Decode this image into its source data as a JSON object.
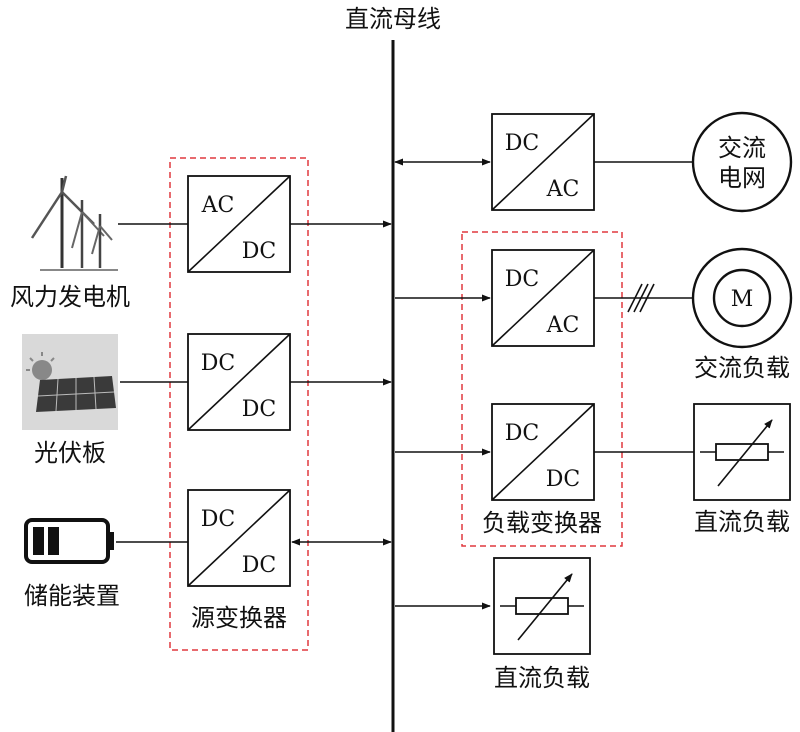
{
  "bus_label": "直流母线",
  "sources": {
    "wind": "风力发电机",
    "pv": "光伏板",
    "storage": "储能装置"
  },
  "source_converters": {
    "group_label": "源变换器",
    "c1_top": "AC",
    "c1_bottom": "DC",
    "c2_top": "DC",
    "c2_bottom": "DC",
    "c3_top": "DC",
    "c3_bottom": "DC"
  },
  "grid_converter": {
    "top": "DC",
    "bottom": "AC"
  },
  "grid": {
    "line1": "交流",
    "line2": "电网"
  },
  "load_converters": {
    "group_label": "负载变换器",
    "c1_top": "DC",
    "c1_bottom": "AC",
    "c2_top": "DC",
    "c2_bottom": "DC"
  },
  "motor_symbol": "M",
  "ac_load_label": "交流负载",
  "dc_load1_label": "直流负载",
  "dc_load2_label": "直流负载",
  "colors": {
    "dashed_group": "#e0393e",
    "line": "#111111"
  }
}
